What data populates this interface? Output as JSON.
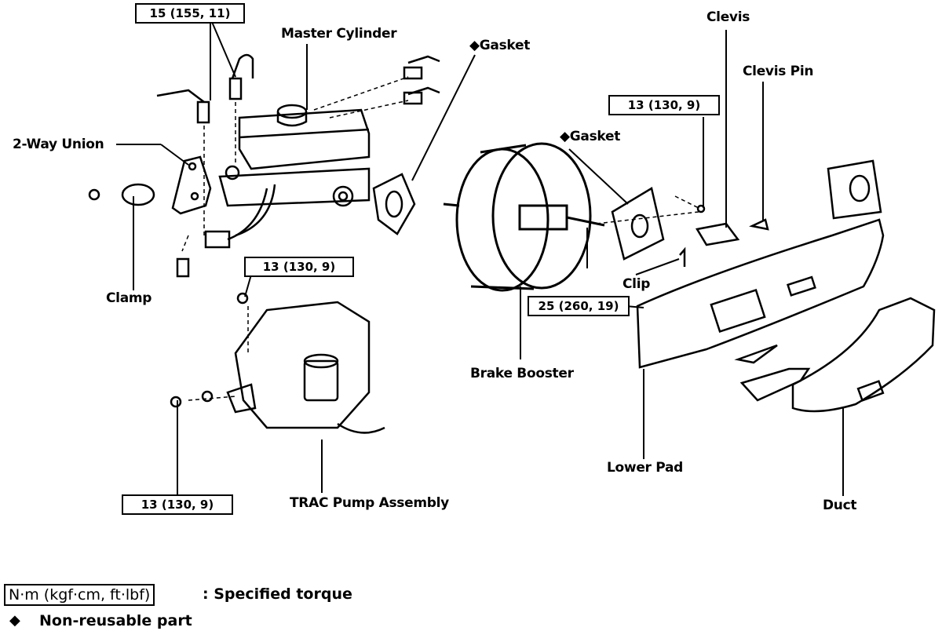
{
  "diagram": {
    "title": "Brake Master Cylinder / Booster / TRAC Pump Assembly - Exploded View",
    "parts": {
      "master_cylinder": "Master Cylinder",
      "gasket_1": "Gasket",
      "gasket_2": "Gasket",
      "clevis": "Clevis",
      "clevis_pin": "Clevis Pin",
      "two_way_union": "2-Way Union",
      "clamp": "Clamp",
      "clip": "Clip",
      "brake_booster": "Brake Booster",
      "trac_pump": "TRAC Pump Assembly",
      "lower_pad": "Lower Pad",
      "duct": "Duct"
    },
    "torques": {
      "brake_lines": "15 (155, 11)",
      "clevis_nut": "13 (130, 9)",
      "pump_top_nut": "13 (130, 9)",
      "booster_nut": "25 (260, 19)",
      "pump_bolt": "13 (130, 9)"
    },
    "non_reusable_mark": "◆"
  },
  "legend": {
    "torque_unit": "N·m (kgf·cm, ft·lbf)",
    "torque_desc": ":  Specified torque",
    "nonreusable_symbol": "◆",
    "nonreusable_desc": "Non-reusable part"
  }
}
